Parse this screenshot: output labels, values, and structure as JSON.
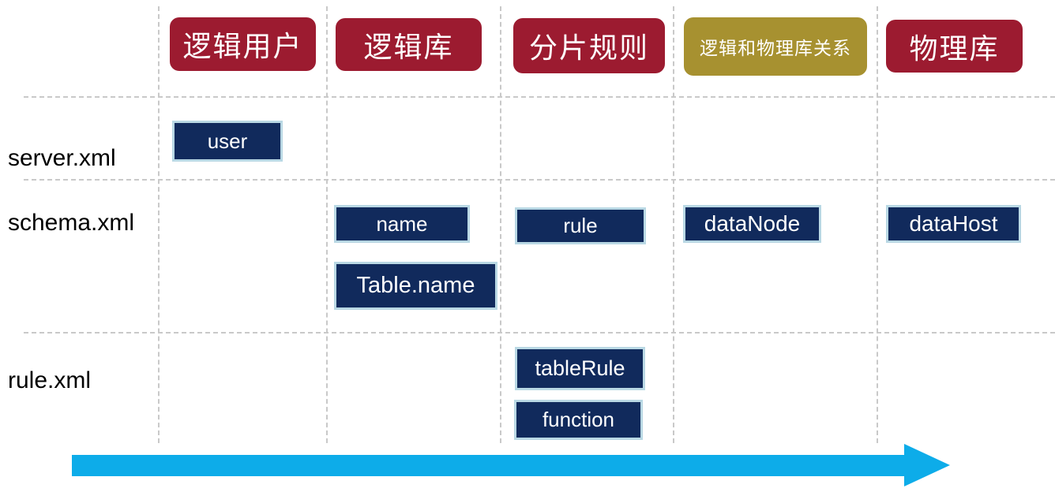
{
  "diagram": {
    "columns": [
      {
        "label": "逻辑用户",
        "style": "red"
      },
      {
        "label": "逻辑库",
        "style": "red"
      },
      {
        "label": "分片规则",
        "style": "red"
      },
      {
        "label": "逻辑和物理库关系",
        "style": "olive"
      },
      {
        "label": "物理库",
        "style": "red"
      }
    ],
    "rows": [
      {
        "file": "server.xml"
      },
      {
        "file": "schema.xml"
      },
      {
        "file": "rule.xml"
      }
    ],
    "elements": [
      {
        "label": "user",
        "row": "server.xml",
        "column": "逻辑用户"
      },
      {
        "label": "name",
        "row": "schema.xml",
        "column": "逻辑库"
      },
      {
        "label": "Table.name",
        "row": "schema.xml",
        "column": "逻辑库"
      },
      {
        "label": "rule",
        "row": "schema.xml",
        "column": "分片规则"
      },
      {
        "label": "dataNode",
        "row": "schema.xml",
        "column": "逻辑和物理库关系"
      },
      {
        "label": "dataHost",
        "row": "schema.xml",
        "column": "物理库"
      },
      {
        "label": "tableRule",
        "row": "rule.xml",
        "column": "分片规则"
      },
      {
        "label": "function",
        "row": "rule.xml",
        "column": "分片规则"
      }
    ],
    "colors": {
      "header_red": "#9c1b30",
      "header_olive": "#a79130",
      "box_fill": "#112a5c",
      "box_border": "#b9d8e4",
      "arrow": "#0dace9",
      "grid_line": "#c9c9c9",
      "row_label": "#000000"
    }
  }
}
